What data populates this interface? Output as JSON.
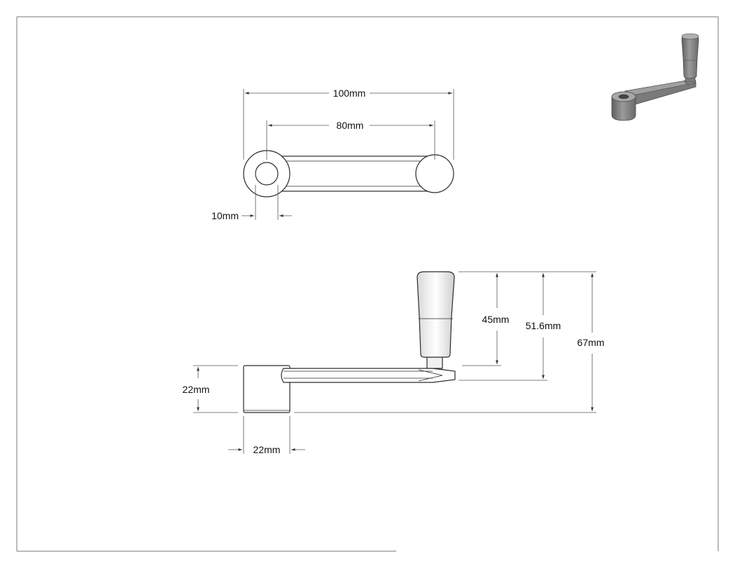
{
  "drawing": {
    "colors": {
      "line": "#2a2a2a",
      "dim_line": "#555555",
      "part_fill": "#ffffff",
      "iso_dark": "#6e6e6e",
      "iso_mid": "#8c8c8c",
      "iso_light": "#a8a8a8"
    },
    "top_view": {
      "dims": {
        "overall_length": "100mm",
        "center_distance": "80mm",
        "bore_diameter": "10mm"
      }
    },
    "side_view": {
      "dims": {
        "hub_height": "22mm",
        "hub_width": "22mm",
        "handle_length": "45mm",
        "handle_top_height": "51.6mm",
        "overall_height": "67mm"
      }
    },
    "iso_view": {
      "icon": "crank-handle-3d-icon"
    }
  }
}
